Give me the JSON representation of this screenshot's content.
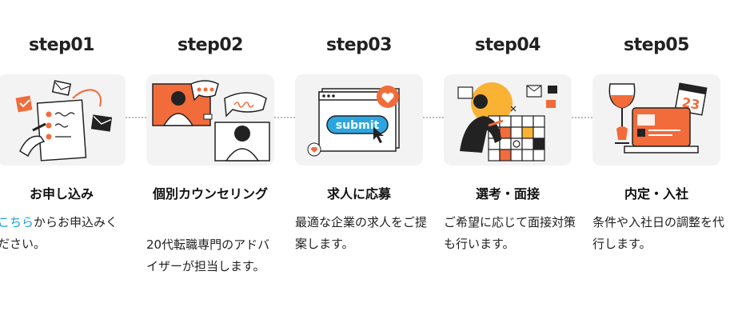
{
  "steps": [
    {
      "label": "step01",
      "heading": "お申し込み",
      "link_text": "こちら",
      "desc": "からお申込みください。"
    },
    {
      "label": "step02",
      "heading": "個別カウンセリング",
      "desc": "20代転職専門のアドバイザーが担当します。"
    },
    {
      "label": "step03",
      "heading": "求人に応募",
      "desc": "最適な企業の求人をご提案します。",
      "illustration_text": "submit"
    },
    {
      "label": "step04",
      "heading": "選考・面接",
      "desc": "ご希望に応じて面接対策も行います。"
    },
    {
      "label": "step05",
      "heading": "内定・入社",
      "desc": "条件や入社日の調整を代行します。",
      "illustration_text": "23"
    }
  ],
  "colors": {
    "accent": "#f26b3a",
    "card_bg": "#f3f3f3",
    "link": "#1aa0dc",
    "yellow": "#f9b234",
    "blue": "#2ba6e0"
  }
}
